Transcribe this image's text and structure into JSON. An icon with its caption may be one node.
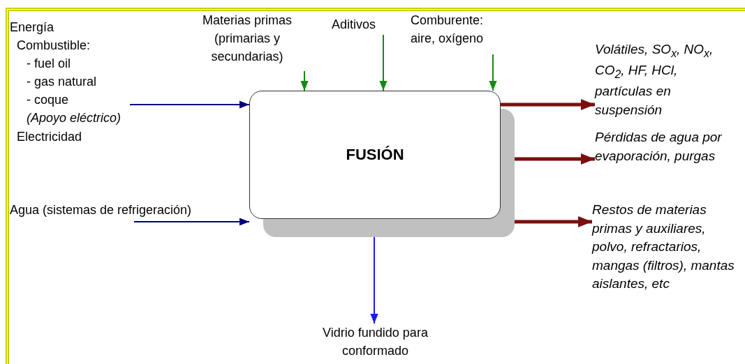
{
  "diagram": {
    "nodes": [
      {
        "text": [
          "Energía",
          "Combustible:",
          "- fuel oil",
          "- gas natural",
          "- coque",
          "*(Apoyo eléctrico)*",
          "Electricidad"
        ]
      },
      {
        "text": [
          "Agua (sistemas de refrigeración)"
        ]
      },
      {
        "text": [
          "Materias primas (primarias y secundarias)"
        ]
      },
      {
        "text": [
          "Aditivos"
        ]
      },
      {
        "text": [
          "Comburente: aire, oxígeno"
        ]
      },
      {
        "text": [
          "FUSIÓN"
        ]
      },
      {
        "text": [
          "Volátiles, SO$_{x}$, NO$_{x}$, CO$_{2}$, HF, HCl, partículas en suspensión"
        ]
      },
      {
        "text": [
          "Pérdidas de agua por evaporación, purgas"
        ]
      },
      {
        "text": [
          "Restos de materias primas y auxiliares, polvo, refractarios, mangas (filtros), mantas aislantes, etc"
        ]
      },
      {
        "text": [
          "Vidrio fundido para conformado"
        ]
      }
    ],
    "edges": [
      {
        "from": 0,
        "to": 5,
        "arrow": "to",
        "color": "#000080"
      },
      {
        "from": 1,
        "to": 5,
        "arrow": "to",
        "color": "#000080"
      },
      {
        "from": 2,
        "to": 5,
        "arrow": "to",
        "color": "#138a13"
      },
      {
        "from": 3,
        "to": 5,
        "arrow": "to",
        "color": "#138a13"
      },
      {
        "from": 4,
        "to": 5,
        "arrow": "to",
        "color": "#138a13"
      },
      {
        "from": 5,
        "to": 6,
        "arrow": "to",
        "style": "thick",
        "color": "#7b0f0f"
      },
      {
        "from": 5,
        "to": 7,
        "arrow": "to",
        "style": "thick",
        "color": "#7b0f0f"
      },
      {
        "from": 5,
        "to": 8,
        "arrow": "to",
        "style": "thick",
        "color": "#7b0f0f"
      },
      {
        "from": 5,
        "to": 9,
        "arrow": "to",
        "color": "#1a1aff"
      }
    ]
  }
}
